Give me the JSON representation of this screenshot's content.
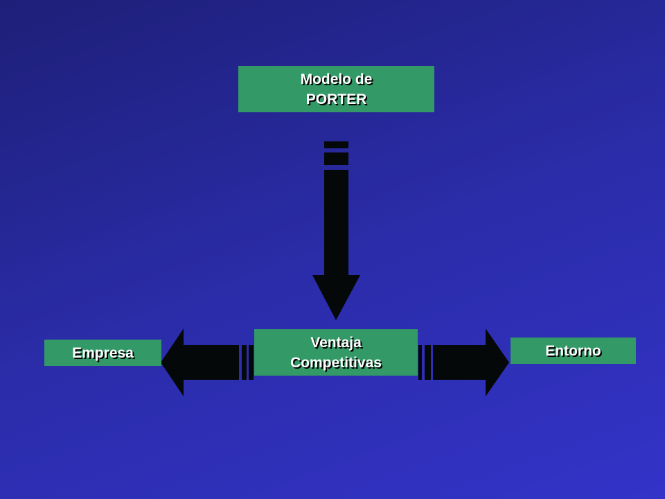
{
  "diagram": {
    "top_box": {
      "line1": "Modelo de",
      "line2": "PORTER"
    },
    "center_box": {
      "line1": "Ventaja",
      "line2": "Competitivas"
    },
    "left_box": {
      "label": "Empresa"
    },
    "right_box": {
      "label": "Entorno"
    }
  },
  "colors": {
    "background_start": "#1e1f78",
    "background_end": "#3333c8",
    "box_fill": "#339966",
    "arrow_fill": "#050808",
    "text": "#ffffff"
  },
  "connections": [
    {
      "from": "top_box",
      "to": "center_box",
      "style": "striped block arrow"
    },
    {
      "from": "center_box",
      "to": "left_box",
      "style": "striped block arrow"
    },
    {
      "from": "center_box",
      "to": "right_box",
      "style": "striped block arrow"
    }
  ]
}
